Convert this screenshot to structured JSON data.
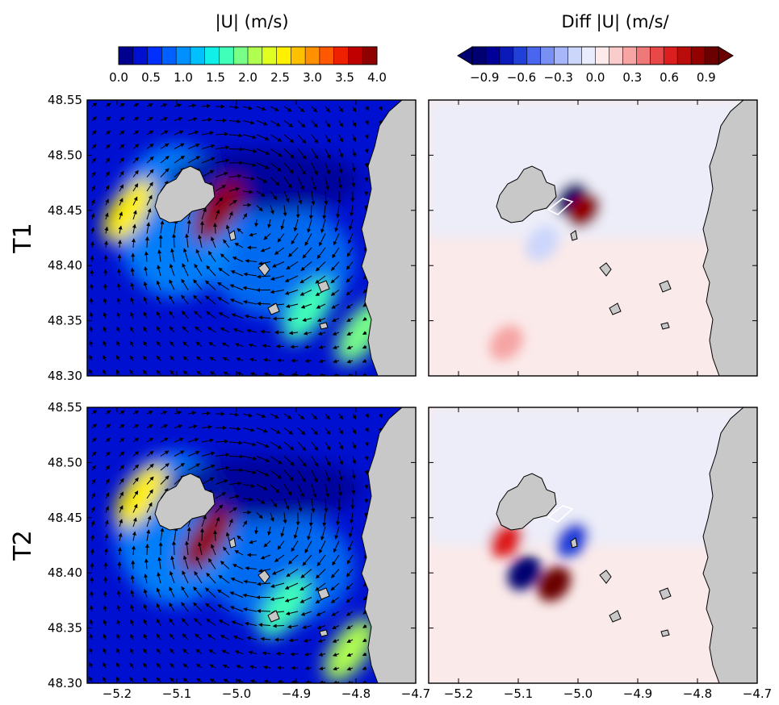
{
  "colorbars": {
    "speed": {
      "title": "|U| (m/s)",
      "ticks": [
        "0.0",
        "0.5",
        "1.0",
        "1.5",
        "2.0",
        "2.5",
        "3.0",
        "3.5",
        "4.0"
      ],
      "colors": [
        "#00008f",
        "#0010d0",
        "#0030ff",
        "#0060ff",
        "#0090ff",
        "#00c0ff",
        "#10f0e8",
        "#40ffb8",
        "#78ff88",
        "#b0ff50",
        "#e0ff20",
        "#fff000",
        "#ffc000",
        "#ff9000",
        "#ff5800",
        "#ee2000",
        "#c00000",
        "#8f0000"
      ]
    },
    "difference": {
      "title": "Diff |U| (m/s/",
      "ticks": [
        "−0.9",
        "−0.6",
        "−0.3",
        "0.0",
        "0.3",
        "0.6",
        "0.9"
      ],
      "colors": [
        "#000070",
        "#000098",
        "#0a1ab8",
        "#2040d8",
        "#4a66ee",
        "#7890f4",
        "#a6b6f8",
        "#ccd6fb",
        "#e8ecfd",
        "#fdeaea",
        "#fbcccc",
        "#f6a4a4",
        "#ef7878",
        "#e84848",
        "#dd1e1e",
        "#bb0c0c",
        "#920000",
        "#6a0000"
      ]
    }
  },
  "rows": [
    {
      "label": "T1"
    },
    {
      "label": "T2"
    }
  ],
  "axes": {
    "y_ticks": [
      "48.55",
      "48.50",
      "48.45",
      "48.40",
      "48.35",
      "48.30"
    ],
    "x_ticks_left": [
      "−5.2",
      "−5.1",
      "−5.0",
      "−4.9",
      "−4.8",
      "−4.7"
    ],
    "x_ticks_right": [
      "−5.2",
      "−5.1",
      "−5.0",
      "−4.9",
      "−4.8",
      "−4.7"
    ]
  },
  "chart_data": [
    {
      "type": "heatmap",
      "title": "|U| (m/s)",
      "panel": "T1 speed",
      "colorbar_range": [
        0.0,
        4.0
      ],
      "xlim": [
        -5.25,
        -4.7
      ],
      "ylim": [
        48.3,
        48.55
      ],
      "arrows": true,
      "hotspots": [
        {
          "lon": -5.03,
          "lat": 48.45,
          "value": 3.8
        },
        {
          "lon": -5.18,
          "lat": 48.45,
          "value": 2.5
        },
        {
          "lon": -4.79,
          "lat": 48.34,
          "value": 1.8
        },
        {
          "lon": -4.88,
          "lat": 48.36,
          "value": 1.6
        }
      ],
      "land_color": "#c8c8c8"
    },
    {
      "type": "heatmap",
      "title": "Diff |U| (m/s/",
      "panel": "T1 difference",
      "colorbar_range": [
        -1.0,
        1.0
      ],
      "xlim": [
        -5.25,
        -4.7
      ],
      "ylim": [
        48.3,
        48.55
      ],
      "hotspots": [
        {
          "lon": -5.01,
          "lat": 48.46,
          "value": -0.9
        },
        {
          "lon": -4.99,
          "lat": 48.45,
          "value": 0.8
        },
        {
          "lon": -5.12,
          "lat": 48.33,
          "value": 0.3
        },
        {
          "lon": -5.06,
          "lat": 48.42,
          "value": -0.2
        }
      ],
      "land_color": "#c8c8c8"
    },
    {
      "type": "heatmap",
      "title": "|U| (m/s)",
      "panel": "T2 speed",
      "colorbar_range": [
        0.0,
        4.0
      ],
      "xlim": [
        -5.25,
        -4.7
      ],
      "ylim": [
        48.3,
        48.55
      ],
      "arrows": true,
      "hotspots": [
        {
          "lon": -5.05,
          "lat": 48.43,
          "value": 3.8
        },
        {
          "lon": -5.16,
          "lat": 48.47,
          "value": 2.5
        },
        {
          "lon": -4.81,
          "lat": 48.33,
          "value": 2.2
        },
        {
          "lon": -4.92,
          "lat": 48.37,
          "value": 1.6
        }
      ],
      "land_color": "#c8c8c8"
    },
    {
      "type": "heatmap",
      "title": "Diff |U| (m/s/",
      "panel": "T2 difference",
      "colorbar_range": [
        -1.0,
        1.0
      ],
      "xlim": [
        -5.25,
        -4.7
      ],
      "ylim": [
        48.3,
        48.55
      ],
      "hotspots": [
        {
          "lon": -5.09,
          "lat": 48.4,
          "value": -0.9
        },
        {
          "lon": -5.04,
          "lat": 48.39,
          "value": 0.9
        },
        {
          "lon": -5.01,
          "lat": 48.43,
          "value": -0.6
        },
        {
          "lon": -5.12,
          "lat": 48.43,
          "value": 0.6
        }
      ],
      "land_color": "#c8c8c8"
    }
  ]
}
